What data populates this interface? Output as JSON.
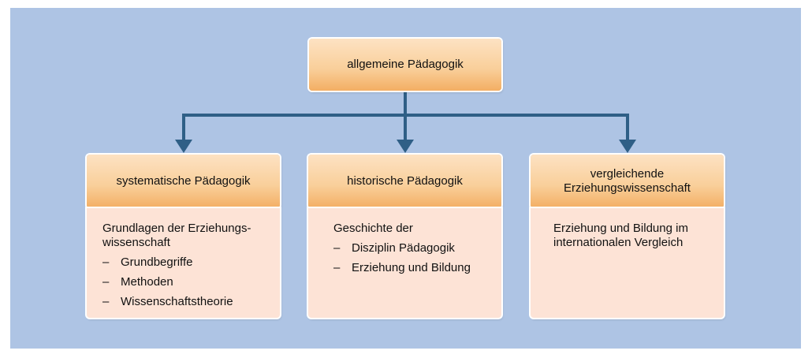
{
  "root": {
    "label": "allgemeine Pädagogik"
  },
  "columns": [
    {
      "title": "systematische Pädagogik",
      "intro": "Grundlagen der Erziehungs-\nwissenschaft",
      "items": [
        "Grundbegriffe",
        "Methoden",
        "Wissenschaftstheorie"
      ]
    },
    {
      "title": "historische Pädagogik",
      "intro": "Geschichte der",
      "items": [
        "Disziplin Pädagogik",
        "Erziehung und Bildung"
      ]
    },
    {
      "title": "vergleichende\nErziehungswissenschaft",
      "intro": "Erziehung und Bildung im\ninternationalen Vergleich",
      "items": []
    }
  ],
  "bullet_symbol": "–",
  "colors": {
    "panel": "#aec4e4",
    "connector": "#2f5f86",
    "header_gradient_top": "#fde2c3",
    "header_gradient_bottom": "#f3ae63",
    "body_fill": "#fde3d6"
  }
}
